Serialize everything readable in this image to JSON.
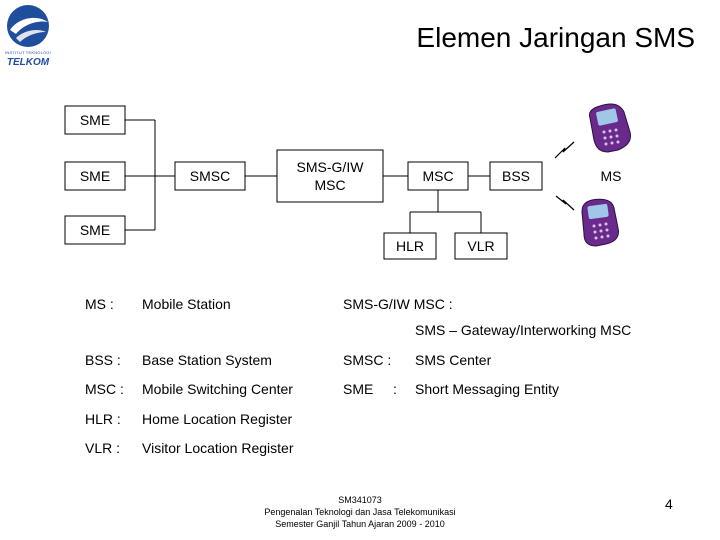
{
  "title": "Elemen Jaringan SMS",
  "logo": {
    "line1": "INSTITUT TEKNOLOGI",
    "line2": "TELKOM"
  },
  "diagram": {
    "sme_top": "SME",
    "sme_mid": "SME",
    "sme_bot": "SME",
    "smsc": "SMSC",
    "smsgiw_line1": "SMS-G/IW",
    "smsgiw_line2": "MSC",
    "msc": "MSC",
    "bss": "BSS",
    "ms": "MS",
    "hlr": "HLR",
    "vlr": "VLR"
  },
  "legend": {
    "ms_abbr": "MS  :",
    "ms_desc": "Mobile Station",
    "smsgiw_abbr": "SMS-G/IW MSC :",
    "smsgiw_desc": "SMS – Gateway/Interworking  MSC",
    "bss_abbr": "BSS :",
    "bss_desc": "Base Station System",
    "msc_abbr": "MSC :",
    "msc_desc": "Mobile Switching Center",
    "hlr_abbr": "HLR :",
    "hlr_desc": "Home Location Register",
    "vlr_abbr": "VLR :",
    "vlr_desc": "Visitor Location Register",
    "smsc_abbr": "SMSC  :",
    "smsc_desc": "SMS Center",
    "sme_abbr": "SME",
    "sme_colon": ":",
    "sme_desc": "Short Messaging Entity"
  },
  "footer": {
    "line1": "SM341073",
    "line2": "Pengenalan Teknologi dan Jasa Telekomunikasi",
    "line3": "Semester Ganjil Tahun Ajaran 2009 - 2010"
  },
  "page_number": "4",
  "colors": {
    "phone_body": "#6a2a8c",
    "phone_screen": "#9fc7e8",
    "logo_blue": "#1f4e9c"
  }
}
